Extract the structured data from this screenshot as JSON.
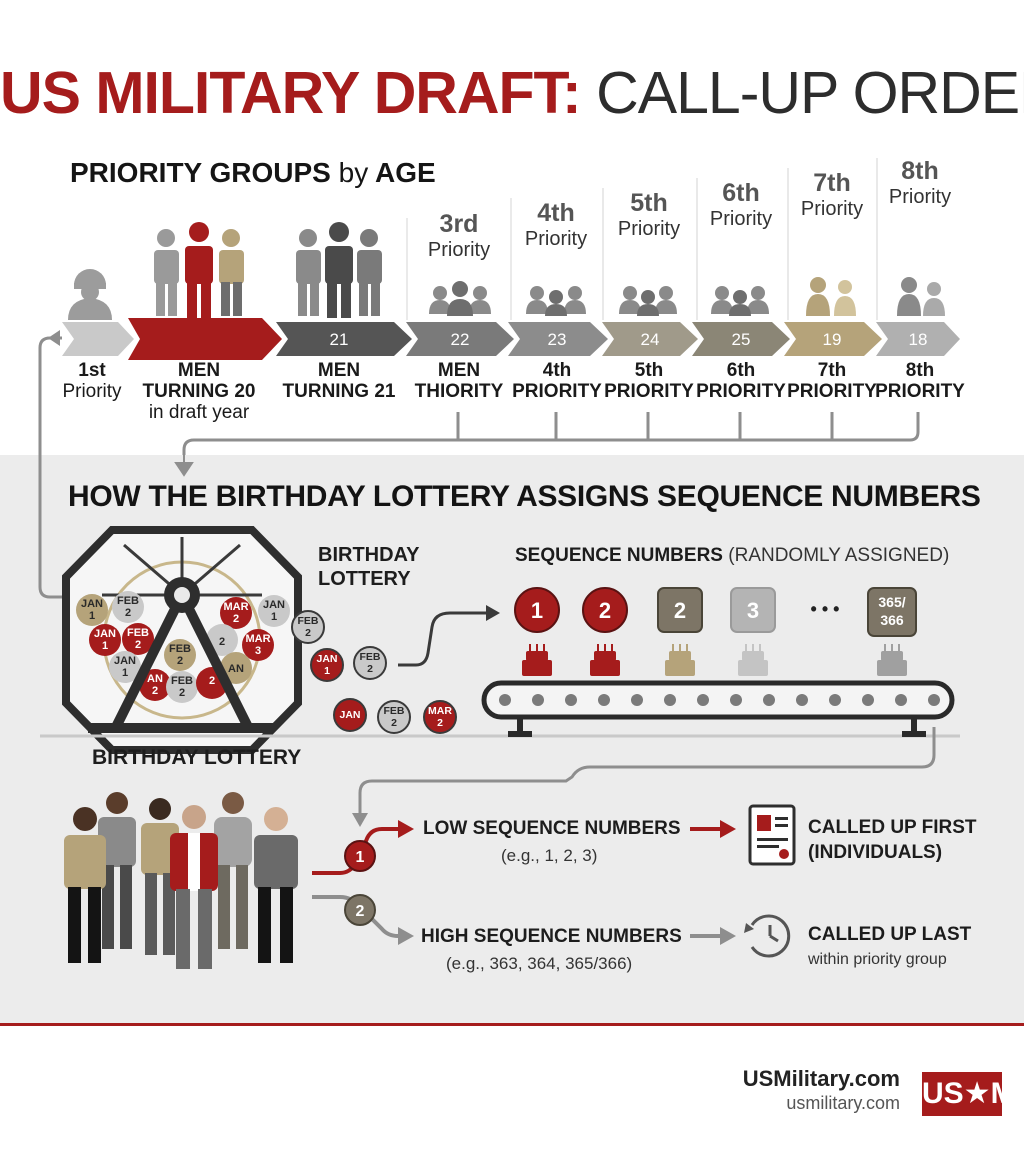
{
  "title": {
    "part1": "US MILITARY DRAFT:",
    "part2": "CALL-UP ORDER"
  },
  "priority_heading": {
    "bold1": "PRIORITY GROUPS",
    "by": "by",
    "bold2": "AGE"
  },
  "arrow_ages": [
    "",
    "",
    "21",
    "22",
    "23",
    "24",
    "25",
    "19",
    "18"
  ],
  "priority_labels": [
    {
      "ordinal": "3rd",
      "word": "Priority"
    },
    {
      "ordinal": "4th",
      "word": "Priority"
    },
    {
      "ordinal": "5th",
      "word": "Priority"
    },
    {
      "ordinal": "6th",
      "word": "Priority"
    },
    {
      "ordinal": "7th",
      "word": "Priority"
    },
    {
      "ordinal": "8th",
      "word": "Priority"
    }
  ],
  "groups": [
    {
      "line1": "1st",
      "line2": "Priority",
      "line3": ""
    },
    {
      "line1": "MEN",
      "line2": "TURNING 20",
      "line3": "in draft year"
    },
    {
      "line1": "MEN",
      "line2": "TURNING 21",
      "line3": ""
    },
    {
      "line1": "MEN",
      "line2": "THIORITY",
      "line3": ""
    },
    {
      "line1": "4th",
      "line2": "PRIORITY",
      "line3": ""
    },
    {
      "line1": "5th",
      "line2": "PRIORITY",
      "line3": ""
    },
    {
      "line1": "6th",
      "line2": "PRIORITY",
      "line3": ""
    },
    {
      "line1": "7th",
      "line2": "PRIORITY",
      "line3": ""
    },
    {
      "line1": "8th",
      "line2": "PRIORITY",
      "line3": ""
    }
  ],
  "lottery_heading": "HOW THE  BIRTHDAY LOTTERY ASSIGNS SEQUENCE NUMBERS",
  "lottery_label": {
    "line1": "BIRTHDAY",
    "line2": "LOTTERY"
  },
  "lottery_caption": "BIRTHDAY LOTTERY",
  "sequence_heading": {
    "bold": "SEQUENCE NUMBERS",
    "normal": "(RANDOMLY ASSIGNED)"
  },
  "sequence_tokens": [
    "1",
    "2",
    "2",
    "3",
    "• • •",
    "365/\n366"
  ],
  "balls": [
    "JAN\n1",
    "FEB\n2",
    "MAR\n2",
    "JAN\n1",
    "FEB\n2",
    "MAR\n3",
    "JAN\n1",
    "FEB\n2",
    "AN\n2",
    "FEB\n2",
    "JAN\n1",
    "FEB\n2"
  ],
  "outcomes": [
    {
      "step": "1",
      "label": "LOW SEQUENCE NUMBERS",
      "example": "(e.g., 1, 2, 3)",
      "result1": "CALLED UP FIRST",
      "result2": "(INDIVIDUALS)"
    },
    {
      "step": "2",
      "label": "HIGH SEQUENCE NUMBERS",
      "example": "(e.g., 363, 364, 365/366)",
      "result1": "CALLED UP LAST",
      "result2": "within priority group"
    }
  ],
  "brand": {
    "name": "USMilitary.com",
    "url": "usmilitary.com",
    "logo": "US★M"
  },
  "colors": {
    "accent": "#a51c1c",
    "dark": "#3d3d3d",
    "tan": "#b5a37a",
    "gray": "#8c8c8c"
  }
}
